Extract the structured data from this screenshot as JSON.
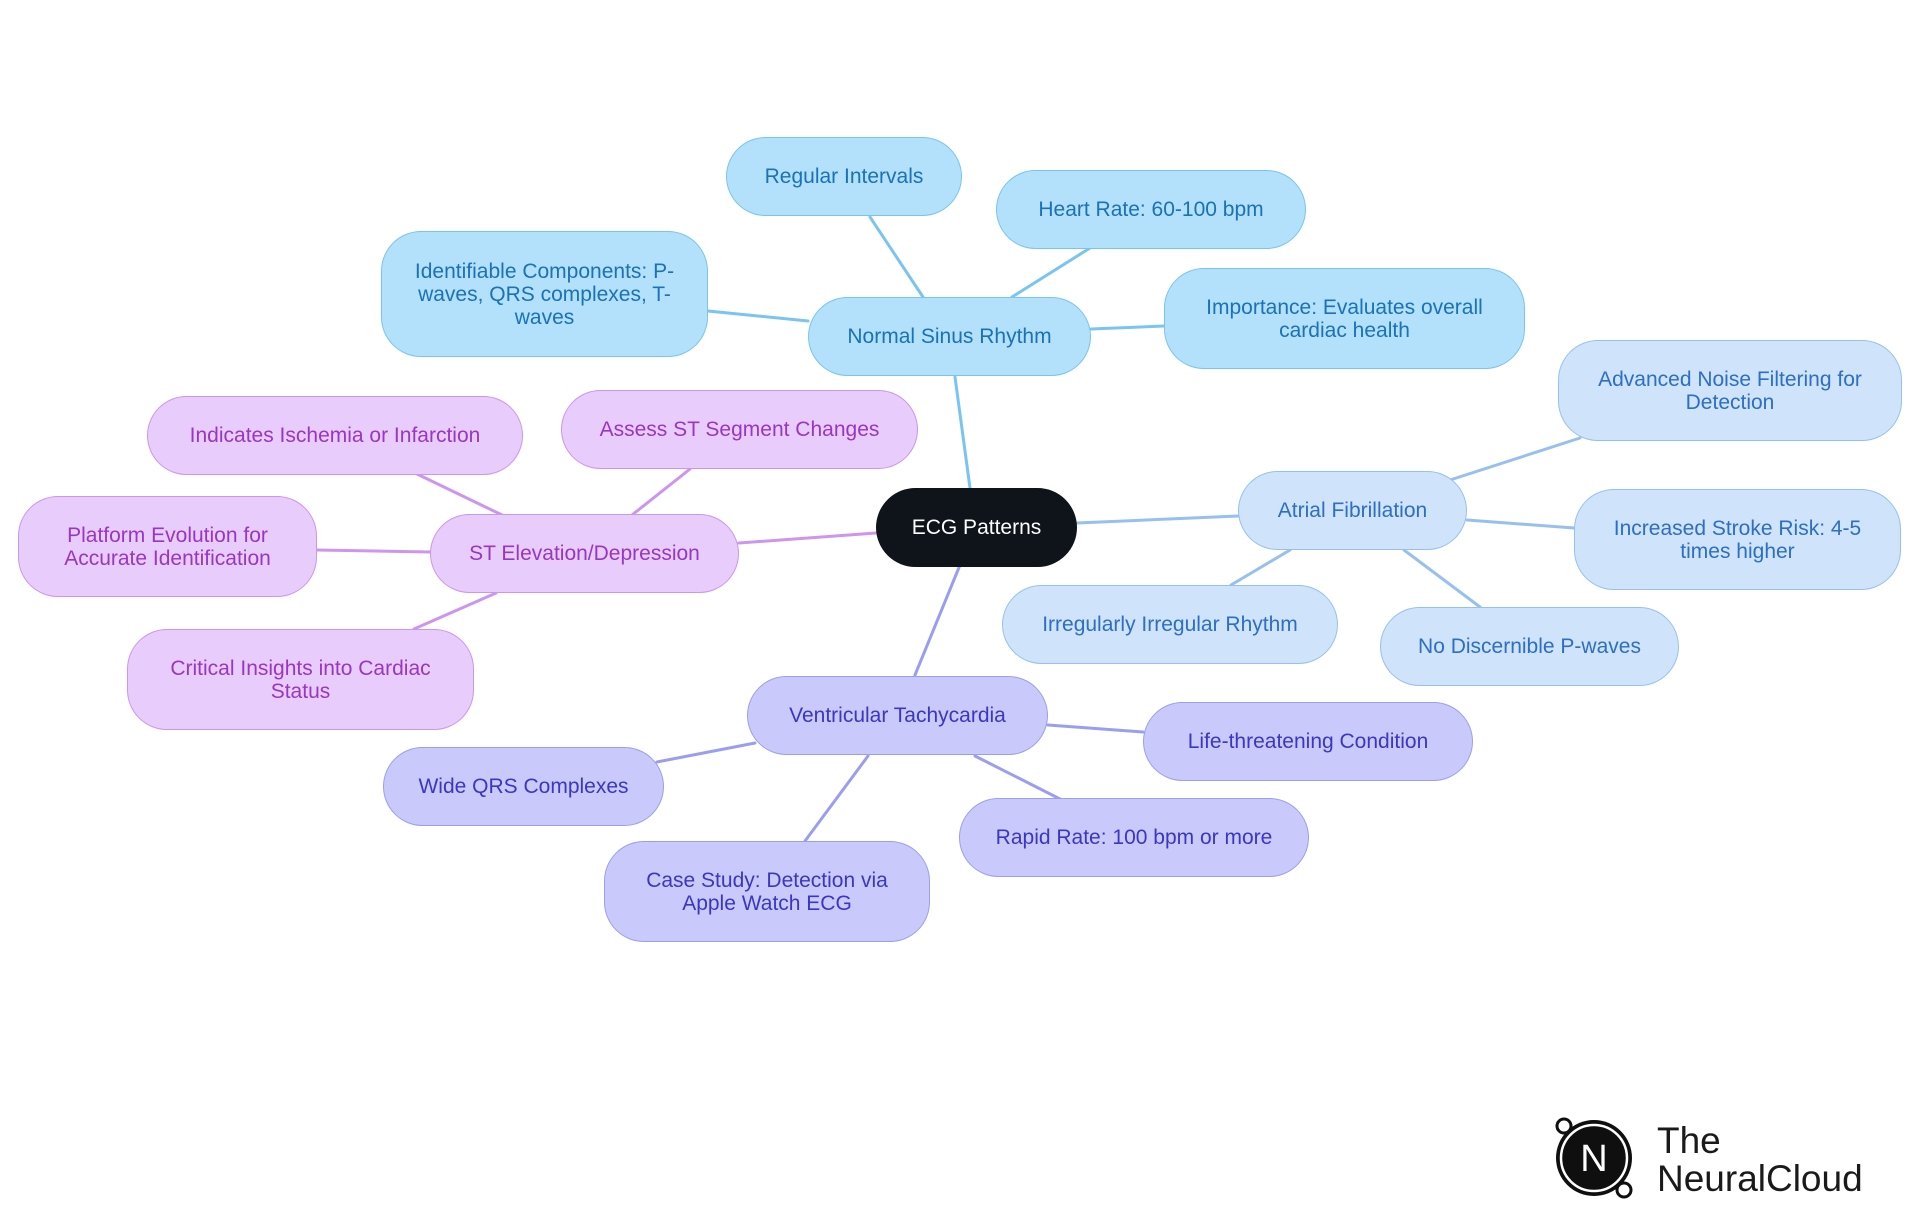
{
  "diagram": {
    "root": "ECG Patterns",
    "branches": [
      {
        "label": "Normal Sinus Rhythm",
        "color": "#79c4f0",
        "children": [
          "Regular Intervals",
          "Heart Rate: 60-100 bpm",
          "Identifiable Components: P-waves, QRS complexes, T-waves",
          "Importance: Evaluates overall cardiac health"
        ]
      },
      {
        "label": "Atrial Fibrillation",
        "color": "#97c0ee",
        "children": [
          "Advanced Noise Filtering for Detection",
          "Increased Stroke Risk: 4-5 times higher",
          "No Discernible P-waves",
          "Irregularly Irregular Rhythm"
        ]
      },
      {
        "label": "Ventricular Tachycardia",
        "color": "#9b9ef0",
        "children": [
          "Life-threatening Condition",
          "Rapid Rate: 100 bpm or more",
          "Case Study: Detection via Apple Watch ECG",
          "Wide QRS Complexes"
        ]
      },
      {
        "label": "ST Elevation/Depression",
        "color": "#cd95ee",
        "children": [
          "Assess ST Segment Changes",
          "Indicates Ischemia or Infarction",
          "Platform Evolution for Accurate Identification",
          "Critical Insights into Cardiac Status"
        ]
      }
    ]
  },
  "logo": {
    "line1": "The",
    "line2": "NeuralCloud",
    "mark_letter": "N"
  }
}
